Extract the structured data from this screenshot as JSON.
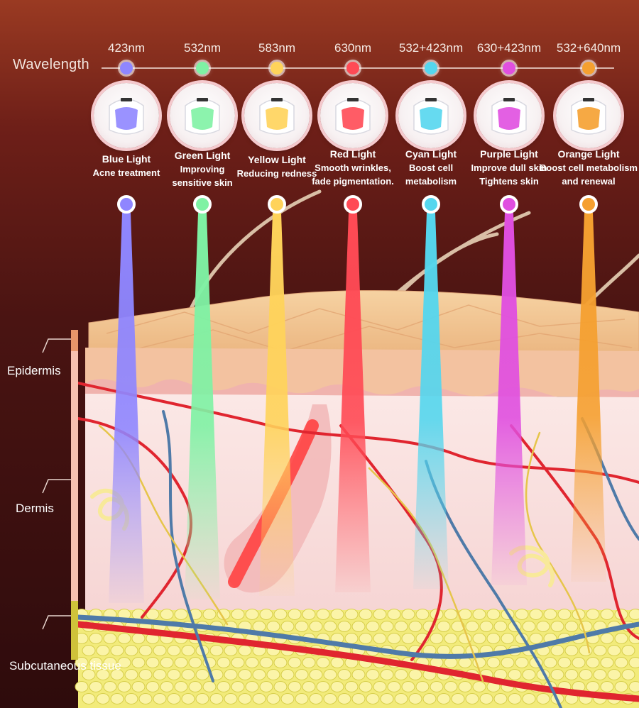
{
  "header": {
    "wavelength_label": "Wavelength"
  },
  "colors": {
    "blue": "#8f86ff",
    "green": "#7ff2a4",
    "yellow": "#ffd35a",
    "red": "#ff4a55",
    "cyan": "#55d6ee",
    "purple": "#e04fe0",
    "orange": "#f5a030"
  },
  "lights": [
    {
      "nm": "423nm",
      "name": "Blue Light",
      "lines": [
        "Acne treatment"
      ],
      "color": "#8f86ff",
      "icon": "led-mask-blue-icon"
    },
    {
      "nm": "532nm",
      "name": "Green Light",
      "lines": [
        "Improving",
        "sensitive skin"
      ],
      "color": "#7ff2a4",
      "icon": "led-mask-green-icon"
    },
    {
      "nm": "583nm",
      "name": "Yellow Light",
      "lines": [
        "Reducing redness"
      ],
      "color": "#ffd35a",
      "icon": "led-mask-yellow-icon"
    },
    {
      "nm": "630nm",
      "name": "Red Light",
      "lines": [
        "Smooth wrinkles,",
        "fade pigmentation."
      ],
      "color": "#ff4a55",
      "icon": "led-mask-red-icon"
    },
    {
      "nm": "532+423nm",
      "name": "Cyan Light",
      "lines": [
        "Boost cell",
        "metabolism"
      ],
      "color": "#55d6ee",
      "icon": "led-mask-cyan-icon"
    },
    {
      "nm": "630+423nm",
      "name": "Purple Light",
      "lines": [
        "Improve dull skin",
        "Tightens skin"
      ],
      "color": "#e04fe0",
      "icon": "led-mask-purple-icon"
    },
    {
      "nm": "532+640nm",
      "name": "Orange Light",
      "lines": [
        "Boost cell metabolism",
        "and renewal"
      ],
      "color": "#f5a030",
      "icon": "led-mask-orange-icon"
    }
  ],
  "layers": [
    {
      "label": "Epidermis",
      "color": "#e8956a"
    },
    {
      "label": "Dermis",
      "color": "#f7c0b0"
    },
    {
      "label": "Subcutaneous tissue",
      "color": "#cfc23a"
    }
  ]
}
